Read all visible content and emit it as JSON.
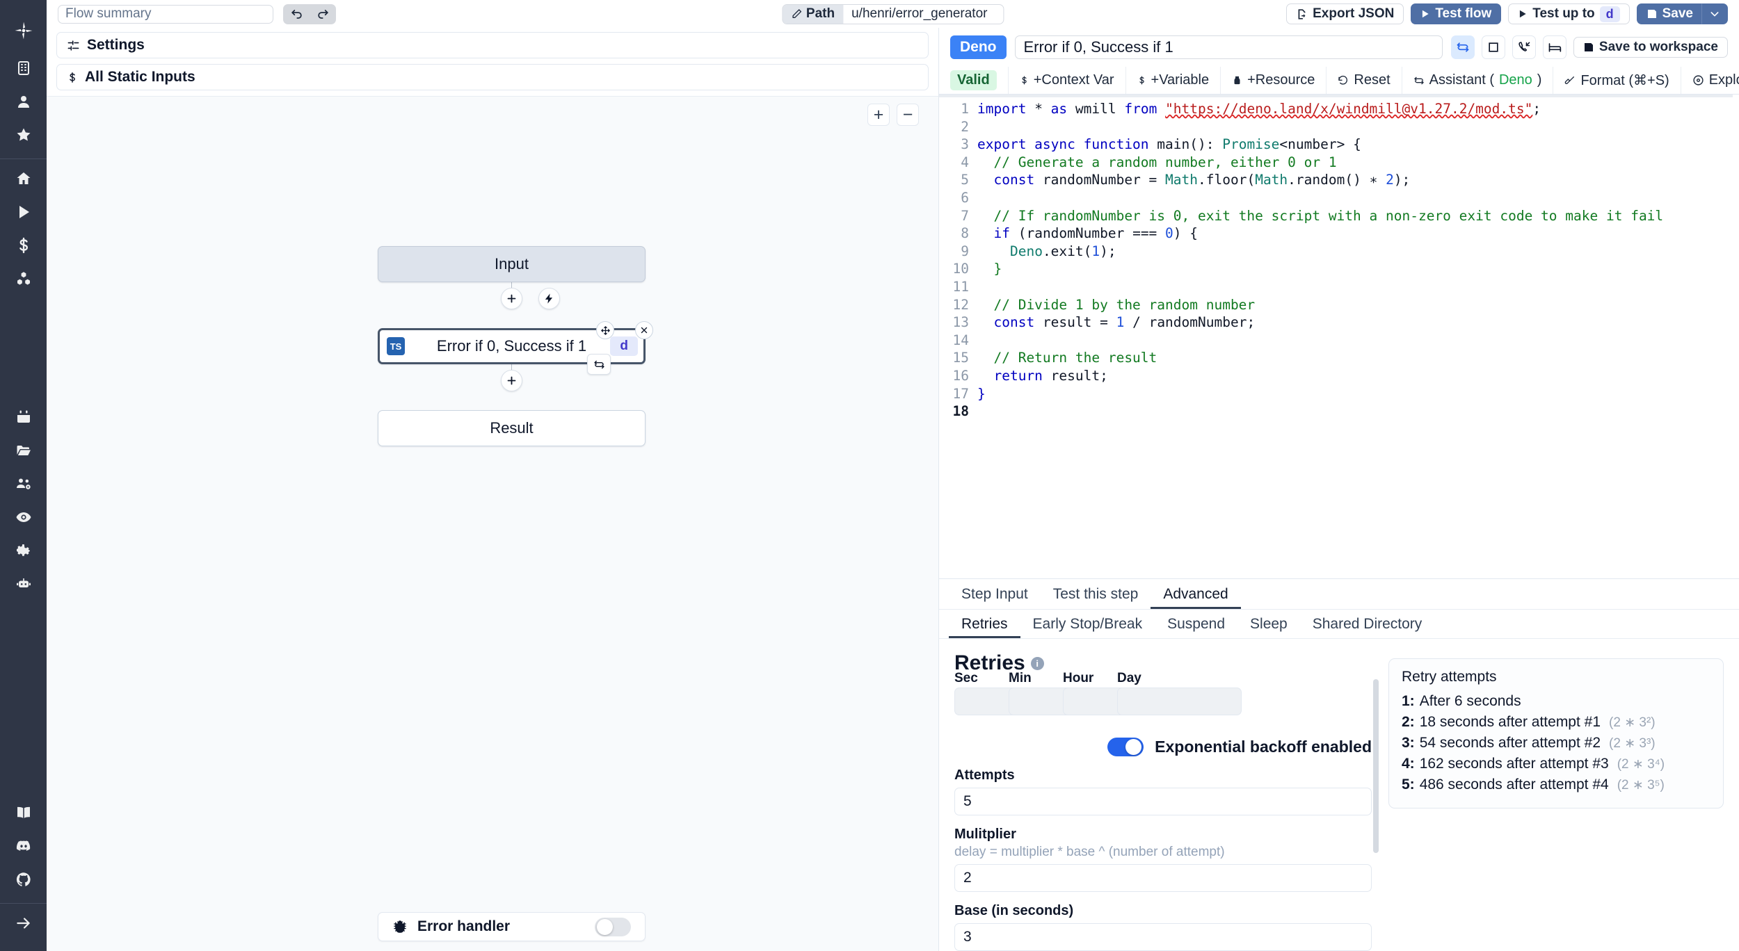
{
  "rail": {
    "logo": "windmill-logo",
    "items_top": [
      {
        "name": "workspace",
        "icon": "building-icon"
      },
      {
        "name": "user",
        "icon": "user-icon"
      },
      {
        "name": "favorites",
        "icon": "star-icon"
      }
    ],
    "items_mid": [
      {
        "name": "home",
        "icon": "home-icon"
      },
      {
        "name": "runs",
        "icon": "play-icon"
      },
      {
        "name": "variables",
        "icon": "dollar-icon"
      },
      {
        "name": "resources",
        "icon": "cubes-icon"
      }
    ],
    "items_low": [
      {
        "name": "schedules",
        "icon": "calendar-icon"
      },
      {
        "name": "folders",
        "icon": "folder-icon"
      },
      {
        "name": "groups",
        "icon": "users-gear-icon"
      },
      {
        "name": "audit-logs",
        "icon": "eye-icon"
      },
      {
        "name": "settings",
        "icon": "gear-icon"
      },
      {
        "name": "workers",
        "icon": "robot-icon"
      }
    ],
    "items_bottom": [
      {
        "name": "docs",
        "icon": "book-icon"
      },
      {
        "name": "discord",
        "icon": "discord-icon"
      },
      {
        "name": "github",
        "icon": "github-icon"
      }
    ],
    "expand": {
      "name": "expand-sidebar",
      "icon": "arrow-right-icon"
    }
  },
  "topbar": {
    "summary_placeholder": "Flow summary",
    "summary_value": "",
    "undo_label": "undo-icon",
    "redo_label": "redo-icon",
    "path_label": "Path",
    "path_value": "u/henri/error_generator",
    "export_json": "Export JSON",
    "test_flow": "Test flow",
    "test_up_to": "Test up to",
    "test_up_to_chip": "d",
    "save": "Save"
  },
  "flowpane": {
    "accordions": [
      {
        "label": "Settings",
        "icon": "sliders-icon"
      },
      {
        "label": "All Static Inputs",
        "icon": "dollar-icon"
      }
    ],
    "zoom_in": "+",
    "zoom_out": "−",
    "graph": {
      "input_node": "Input",
      "step_node": "Error if 0, Success if 1",
      "step_lang_badge": "TS",
      "step_id_badge": "d",
      "result_node": "Result",
      "add_step_icon": "plus-icon",
      "add_trigger_icon": "bolt-icon",
      "move_icon": "move-icon",
      "close_icon": "close-icon",
      "retry_icon": "retry-icon"
    },
    "error_handler": {
      "label": "Error handler",
      "icon": "bug-icon",
      "enabled": false
    }
  },
  "editor": {
    "lang_chip": "Deno",
    "step_name": "Error if 0, Success if 1",
    "head_icons": [
      {
        "name": "retries-icon",
        "active": true
      },
      {
        "name": "stop-icon",
        "active": false
      },
      {
        "name": "suspend-call-icon",
        "active": false
      },
      {
        "name": "sleep-bed-icon",
        "active": false
      }
    ],
    "save_to_workspace": "Save to workspace",
    "tabs": [
      {
        "label": "Valid",
        "name": "validity-badge",
        "icon": ""
      },
      {
        "label": "+Context Var",
        "name": "add-context-var",
        "icon": "dollar-icon"
      },
      {
        "label": "+Variable",
        "name": "add-variable",
        "icon": "dollar-icon"
      },
      {
        "label": "+Resource",
        "name": "add-resource",
        "icon": "resource-icon"
      },
      {
        "label": "Reset",
        "name": "reset",
        "icon": "reset-icon"
      },
      {
        "label": "Assistant (",
        "name": "assistant",
        "icon": "assistant-icon",
        "suffix": ")",
        "accent": "Deno"
      },
      {
        "label": "Format (⌘+S)",
        "name": "format",
        "icon": "brush-icon"
      },
      {
        "label": "Explore other s",
        "name": "explore-other-scripts",
        "icon": "explore-icon"
      }
    ],
    "code_lines": [
      {
        "n": 1,
        "tokens": [
          {
            "t": "import ",
            "c": "k"
          },
          {
            "t": "* ",
            "c": ""
          },
          {
            "t": "as ",
            "c": "k"
          },
          {
            "t": "wmill ",
            "c": ""
          },
          {
            "t": "from ",
            "c": "k"
          },
          {
            "t": "\"https://deno.land/x/windmill@v1.27.2/mod.ts\"",
            "c": "st squig"
          },
          {
            "t": ";",
            "c": ""
          }
        ]
      },
      {
        "n": 2,
        "tokens": []
      },
      {
        "n": 3,
        "tokens": [
          {
            "t": "export async function ",
            "c": "k"
          },
          {
            "t": "main",
            "c": ""
          },
          {
            "t": "(): ",
            "c": ""
          },
          {
            "t": "Promise",
            "c": "ty"
          },
          {
            "t": "<number> {",
            "c": ""
          }
        ]
      },
      {
        "n": 4,
        "tokens": [
          {
            "t": "  // Generate a random number, either 0 or 1",
            "c": "cm"
          }
        ]
      },
      {
        "n": 5,
        "tokens": [
          {
            "t": "  ",
            "c": ""
          },
          {
            "t": "const ",
            "c": "k"
          },
          {
            "t": "randomNumber = ",
            "c": ""
          },
          {
            "t": "Math",
            "c": "ty"
          },
          {
            "t": ".floor(",
            "c": ""
          },
          {
            "t": "Math",
            "c": "ty"
          },
          {
            "t": ".random() ",
            "c": ""
          },
          {
            "t": "∗ ",
            "c": ""
          },
          {
            "t": "2",
            "c": "nu"
          },
          {
            "t": ");",
            "c": ""
          }
        ]
      },
      {
        "n": 6,
        "tokens": []
      },
      {
        "n": 7,
        "tokens": [
          {
            "t": "  // If randomNumber is 0, exit the script with a non-zero exit code to make it fail",
            "c": "cm"
          }
        ]
      },
      {
        "n": 8,
        "tokens": [
          {
            "t": "  ",
            "c": ""
          },
          {
            "t": "if ",
            "c": "k"
          },
          {
            "t": "(randomNumber === ",
            "c": ""
          },
          {
            "t": "0",
            "c": "nu"
          },
          {
            "t": ") {",
            "c": ""
          }
        ]
      },
      {
        "n": 9,
        "tokens": [
          {
            "t": "    ",
            "c": ""
          },
          {
            "t": "Deno",
            "c": "ty"
          },
          {
            "t": ".exit(",
            "c": ""
          },
          {
            "t": "1",
            "c": "nu"
          },
          {
            "t": ");",
            "c": ""
          }
        ]
      },
      {
        "n": 10,
        "tokens": [
          {
            "t": "  }",
            "c": "cm"
          }
        ]
      },
      {
        "n": 11,
        "tokens": []
      },
      {
        "n": 12,
        "tokens": [
          {
            "t": "  // Divide 1 by the random number",
            "c": "cm"
          }
        ]
      },
      {
        "n": 13,
        "tokens": [
          {
            "t": "  ",
            "c": ""
          },
          {
            "t": "const ",
            "c": "k"
          },
          {
            "t": "result = ",
            "c": ""
          },
          {
            "t": "1",
            "c": "nu"
          },
          {
            "t": " / randomNumber;",
            "c": ""
          }
        ]
      },
      {
        "n": 14,
        "tokens": []
      },
      {
        "n": 15,
        "tokens": [
          {
            "t": "  // Return the result",
            "c": "cm"
          }
        ]
      },
      {
        "n": 16,
        "tokens": [
          {
            "t": "  ",
            "c": ""
          },
          {
            "t": "return ",
            "c": "k"
          },
          {
            "t": "result;",
            "c": ""
          }
        ]
      },
      {
        "n": 17,
        "tokens": [
          {
            "t": "}",
            "c": "k"
          }
        ]
      },
      {
        "n": 18,
        "tokens": [],
        "current": true
      }
    ]
  },
  "bottom": {
    "tabs_primary": [
      {
        "label": "Step Input",
        "selected": false
      },
      {
        "label": "Test this step",
        "selected": false
      },
      {
        "label": "Advanced",
        "selected": true
      }
    ],
    "tabs_secondary": [
      {
        "label": "Retries",
        "selected": true
      },
      {
        "label": "Early Stop/Break",
        "selected": false
      },
      {
        "label": "Suspend",
        "selected": false
      },
      {
        "label": "Sleep",
        "selected": false
      },
      {
        "label": "Shared Directory",
        "selected": false
      }
    ],
    "retries": {
      "title": "Retries",
      "units": [
        {
          "label": "Sec",
          "value": ""
        },
        {
          "label": "Min",
          "value": ""
        },
        {
          "label": "Hour",
          "value": ""
        },
        {
          "label": "Day",
          "value": ""
        }
      ],
      "backoff_label": "Exponential backoff enabled",
      "backoff_enabled": true,
      "attempts_label": "Attempts",
      "attempts_value": "5",
      "multiplier_label": "Mulitplier",
      "multiplier_hint": "delay = multiplier * base ^ (number of attempt)",
      "multiplier_value": "2",
      "base_label": "Base (in seconds)",
      "base_value": "3",
      "card_title": "Retry attempts",
      "card_rows": [
        {
          "n": "1:",
          "text": "After 6 seconds",
          "exp": ""
        },
        {
          "n": "2:",
          "text": "18 seconds after attempt #1",
          "exp": "(2 ∗ 3²)"
        },
        {
          "n": "3:",
          "text": "54 seconds after attempt #2",
          "exp": "(2 ∗ 3³)"
        },
        {
          "n": "4:",
          "text": "162 seconds after attempt #3",
          "exp": "(2 ∗ 3⁴)"
        },
        {
          "n": "5:",
          "text": "486 seconds after attempt #4",
          "exp": "(2 ∗ 3⁵)"
        }
      ]
    }
  }
}
